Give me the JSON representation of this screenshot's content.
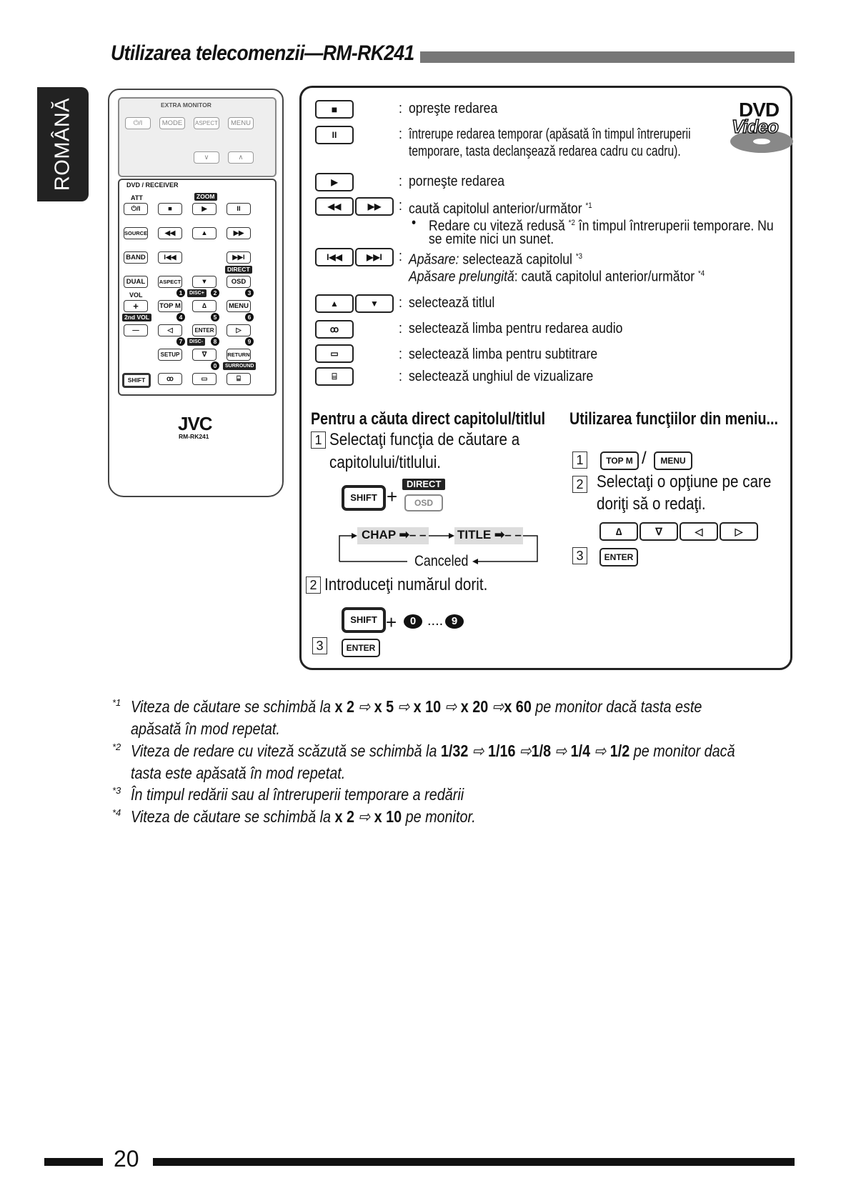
{
  "header": {
    "title": "Utilizarea telecomenzii—RM-RK241"
  },
  "lang_tab": {
    "label": "ROMÂNĂ"
  },
  "remote": {
    "extra_monitor": "EXTRA MONITOR",
    "em_buttons": [
      "⏻/I",
      "MODE",
      "ASPECT",
      "MENU"
    ],
    "em_arrows": [
      "∨",
      "∧"
    ],
    "dvd_receiver": "DVD / RECEIVER",
    "att": "ATT",
    "zoom": "ZOOM",
    "power": "⏻/I",
    "source": "SOURCE",
    "band": "BAND",
    "dual": "DUAL",
    "aspect": "ASPECT",
    "osd": "OSD",
    "direct": "DIRECT",
    "vol": "VOL",
    "top_m": "TOP M",
    "menu": "MENU",
    "second_vol": "2nd VOL",
    "enter": "ENTER",
    "setup": "SETUP",
    "return": "RETURN",
    "surround": "SURROUND",
    "shift": "SHIFT",
    "disc_plus": "DISC+",
    "disc_minus": "DISC-",
    "plus": "+",
    "minus": "—",
    "nums": [
      "1",
      "2",
      "3",
      "4",
      "5",
      "6",
      "7",
      "8",
      "9",
      "0"
    ],
    "brand": "JVC",
    "model": "RM-RK241"
  },
  "dvd_logo": {
    "line1": "DVD",
    "line2": "Video"
  },
  "functions": [
    {
      "key": "stop",
      "glyph": "■",
      "text": "opreşte redarea"
    },
    {
      "key": "pause",
      "glyph": "II",
      "text": "întrerupe redarea temporar (apăsată în timpul întreruperii",
      "text2": "temporare, tasta declanşează redarea cadru cu cadru)."
    },
    {
      "key": "play",
      "glyph": "▶",
      "text": "porneşte redarea"
    },
    {
      "key": "search",
      "glyph_l": "◀◀",
      "glyph_r": "▶▶",
      "text": "caută capitolul anterior/următor",
      "sup": "*1",
      "bullet": "•",
      "sub1": "Redare cu viteză redusă",
      "sup2": "*2",
      "sub1b": "în timpul întreruperii temporare. Nu",
      "sub2": "se emite nici un sunet."
    },
    {
      "key": "skip",
      "glyph_l": "I◀◀",
      "glyph_r": "▶▶I",
      "text_i": "Apăsare:",
      "text": "selectează capitolul",
      "sup": "*3",
      "text2_i": "Apăsare prelungită",
      "text2": ": caută capitolul anterior/următor",
      "sup2": "*4"
    },
    {
      "key": "title",
      "glyph_l": "▲",
      "glyph_r": "▼",
      "text": "selectează titlul"
    },
    {
      "key": "audio",
      "glyph": "ꝏ",
      "text": "selectează limba pentru redarea audio"
    },
    {
      "key": "subtitle",
      "glyph": "▭",
      "text": "selectează limba pentru subtitrare"
    },
    {
      "key": "angle",
      "glyph": "⌸",
      "text": "selectează unghiul de vizualizare"
    }
  ],
  "colon": ":",
  "direct_search": {
    "heading": "Pentru a căuta direct capitolul/titlul",
    "step1_num": "1",
    "step1_line1": "Selectaţi funcţia de căutare a",
    "step1_line2": "capitolului/titlului.",
    "shift": "SHIFT",
    "plus": "+",
    "direct": "DIRECT",
    "osd": "OSD",
    "chap": "CHAP",
    "title": "TITLE",
    "dashes": "– –",
    "canceled": "Canceled",
    "step2_num": "2",
    "step2_text": "Introduceţi numărul dorit.",
    "num_from": "0",
    "dots": "....",
    "num_to": "9",
    "step3_num": "3",
    "enter": "ENTER"
  },
  "menu_functions": {
    "heading": "Utilizarea funcţiilor din meniu...",
    "step1_num": "1",
    "top_m": "TOP M",
    "slash": "/",
    "menu": "MENU",
    "step2_num": "2",
    "step2_line1": "Selectaţi o opţiune pe care",
    "step2_line2": "doriţi să o redaţi.",
    "arrows": [
      "∆",
      "∇",
      "◁",
      "▷"
    ],
    "step3_num": "3",
    "enter": "ENTER"
  },
  "footnotes": [
    {
      "mark": "*1",
      "pre": "Viteza de căutare se schimbă la ",
      "seq": [
        "x 2",
        "x 5",
        "x 10",
        "x 20",
        "x 60"
      ],
      "post": " pe monitor dacă tasta este",
      "line2": "apăsată în mod repetat."
    },
    {
      "mark": "*2",
      "pre": "Viteza de redare cu viteză scăzută se schimbă la ",
      "seq": [
        "1/32",
        "1/16",
        "1/8",
        "1/4",
        "1/2"
      ],
      "post": " pe monitor dacă",
      "line2": "tasta este apăsată în mod repetat."
    },
    {
      "mark": "*3",
      "text": "În timpul redării sau al întreruperii temporare a redării"
    },
    {
      "mark": "*4",
      "pre": "Viteza de căutare se schimbă la ",
      "seq": [
        "x 2",
        "x 10"
      ],
      "post": " pe monitor."
    }
  ],
  "arrow_glyph": "⇨",
  "page_number": "20"
}
